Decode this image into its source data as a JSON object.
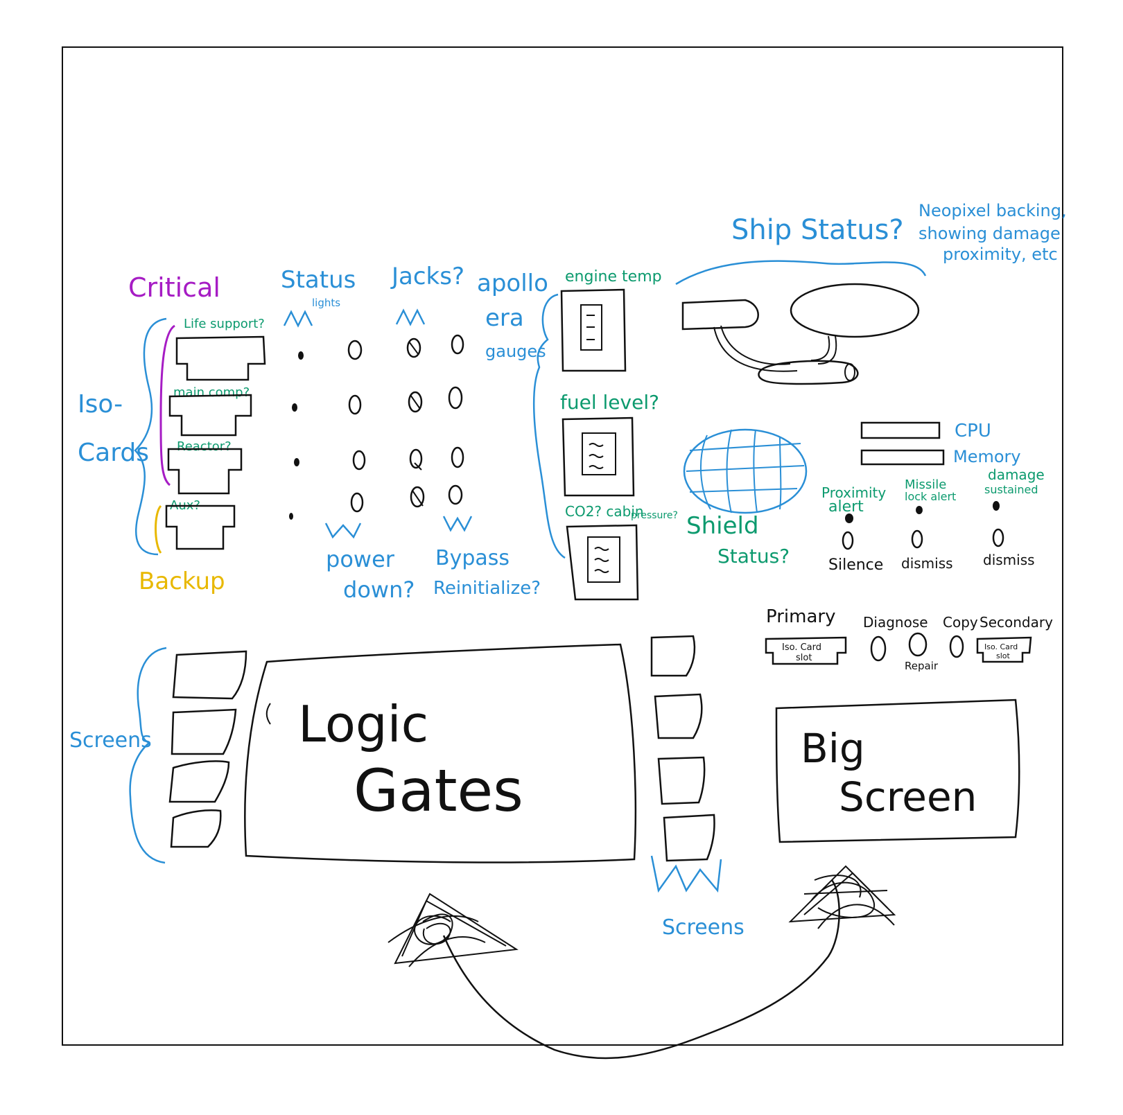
{
  "colors": {
    "ink": "#111111",
    "blue": "#2a8fd6",
    "green": "#0c9a6e",
    "purple": "#a61cc4",
    "yellow": "#e8b800"
  },
  "left_column": {
    "critical_label": "Critical",
    "iso_cards_label_1": "Iso-",
    "iso_cards_label_2": "Cards",
    "backup_label": "Backup",
    "card_labels": [
      "Life support?",
      "main comp?",
      "Reactor?",
      "Aux?"
    ]
  },
  "status_lights": {
    "title": "Status",
    "subtitle": "lights",
    "power_down_1": "power",
    "power_down_2": "down?"
  },
  "jacks": {
    "title": "Jacks?",
    "bypass_1": "Bypass",
    "bypass_2": "Reinitialize?"
  },
  "apollo": {
    "line1": "apollo",
    "line2": "era",
    "line3": "gauges"
  },
  "gauges": {
    "labels": [
      "engine temp",
      "fuel level?",
      "CO2? cabin",
      "pressure?"
    ]
  },
  "ship_status": {
    "title": "Ship Status?",
    "note_1": "Neopixel backing,",
    "note_2": "showing damage",
    "note_3": "proximity, etc"
  },
  "shield": {
    "label_1": "Shield",
    "label_2": "Status?"
  },
  "meters": {
    "cpu": "CPU",
    "memory": "Memory"
  },
  "alerts": {
    "proximity_1": "Proximity",
    "proximity_2": "alert",
    "missile_1": "Missile",
    "missile_2": "lock alert",
    "damage_1": "damage",
    "damage_2": "sustained",
    "silence": "Silence",
    "dismiss_1": "dismiss",
    "dismiss_2": "dismiss"
  },
  "card_slots": {
    "primary": "Primary",
    "diagnose": "Diagnose",
    "copy": "Copy",
    "secondary": "Secondary",
    "slot_text_1": "Iso. Card",
    "slot_text_2": "slot",
    "repair": "Repair"
  },
  "screens": {
    "left_label": "Screens",
    "right_label": "Screens",
    "logic_1": "Logic",
    "logic_2": "Gates",
    "big_1": "Big",
    "big_2": "Screen"
  }
}
